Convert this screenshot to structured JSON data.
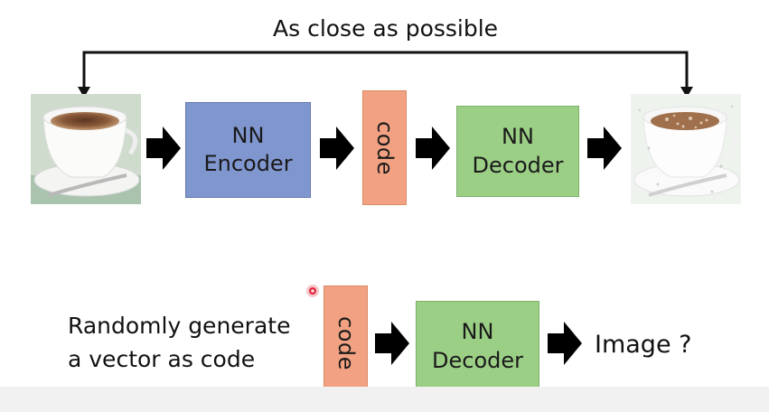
{
  "top": {
    "feedback_label": "As close as possible",
    "encoder_label_line1": "NN",
    "encoder_label_line2": "Encoder",
    "code_label": "code",
    "decoder_label_line1": "NN",
    "decoder_label_line2": "Decoder"
  },
  "bottom": {
    "random_line1": "Randomly generate",
    "random_line2": "a vector as code",
    "code_label": "code",
    "decoder_label_line1": "NN",
    "decoder_label_line2": "Decoder",
    "result_label": "Image ?"
  },
  "colors": {
    "encoder": "#8096cf",
    "decoder": "#9ccf86",
    "code": "#f2a282",
    "arrow": "#000000"
  },
  "icons": [
    "input-coffee-cup-image",
    "output-coffee-cup-image",
    "block-arrow-icon",
    "laser-pointer-dot"
  ]
}
